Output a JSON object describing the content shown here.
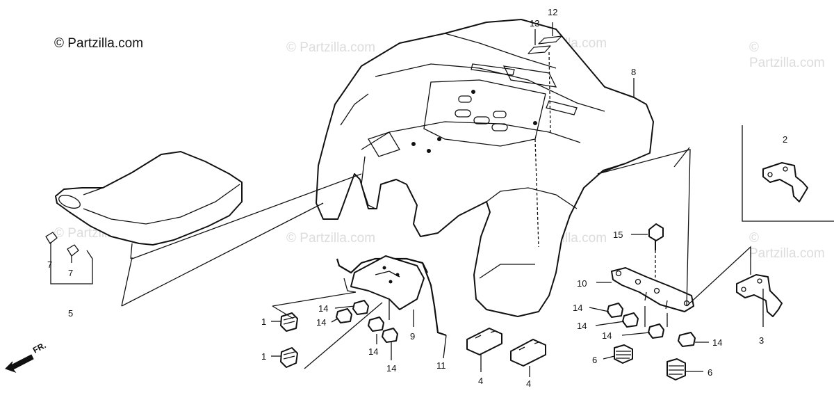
{
  "copyright": "© Partzilla.com",
  "watermark": "© Partzilla.com",
  "direction_label": "FR.",
  "callouts": {
    "c1a": "1",
    "c1b": "1",
    "c2": "2",
    "c3": "3",
    "c4a": "4",
    "c4b": "4",
    "c5": "5",
    "c6a": "6",
    "c6b": "6",
    "c7a": "7",
    "c7b": "7",
    "c8": "8",
    "c9": "9",
    "c10": "10",
    "c11": "11",
    "c12": "12",
    "c13": "13",
    "c14a": "14",
    "c14b": "14",
    "c14c": "14",
    "c14d": "14",
    "c14e": "14",
    "c14f": "14",
    "c14g": "14",
    "c14h": "14",
    "c15": "15"
  }
}
